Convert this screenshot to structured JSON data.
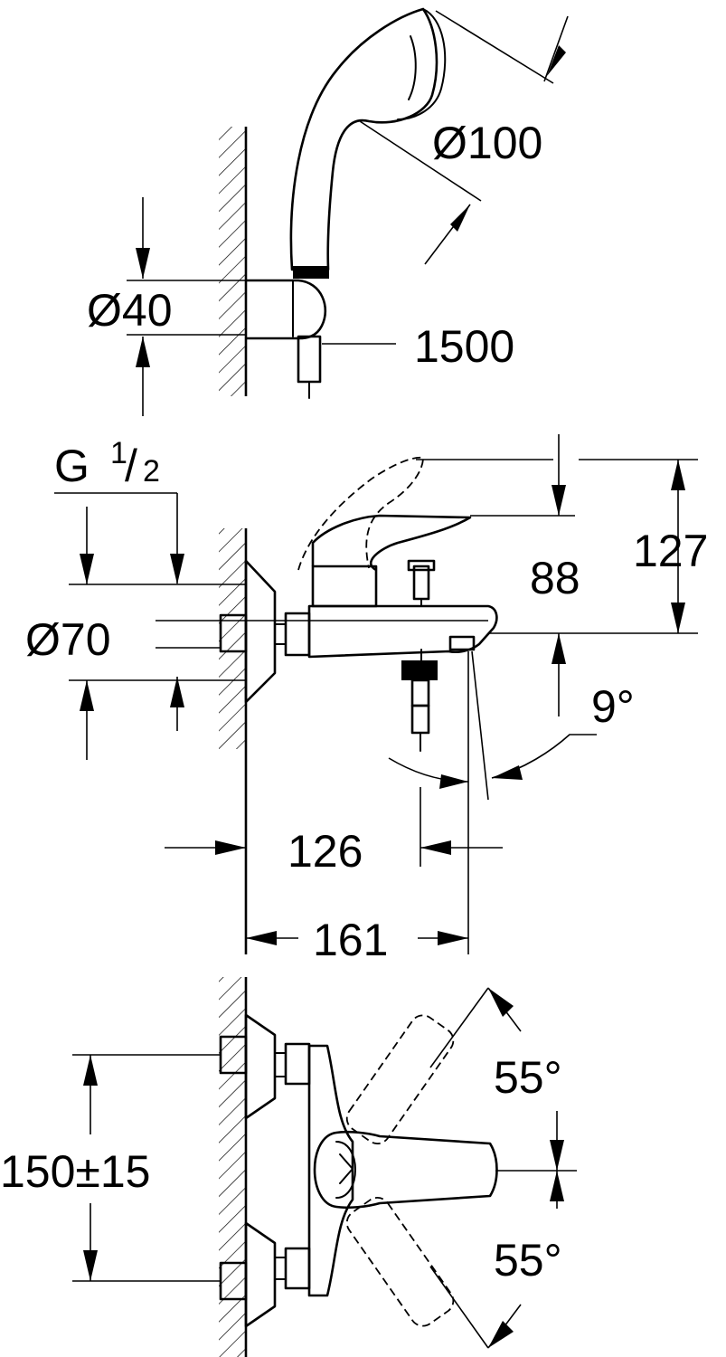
{
  "dimensions": {
    "handshower_diameter": "Ø100",
    "holder_diameter": "Ø40",
    "hose_length": "1500",
    "thread": "G",
    "thread_numerator": "1",
    "thread_slash": "/",
    "thread_denominator": "2",
    "escutcheon_diameter": "Ø70",
    "lever_height_total": "127",
    "lever_height": "88",
    "spout_angle": "9°",
    "projection_outlet": "126",
    "projection_total": "161",
    "centers": "150±15",
    "lever_rotation_top": "55°",
    "lever_rotation_bottom": "55°"
  }
}
